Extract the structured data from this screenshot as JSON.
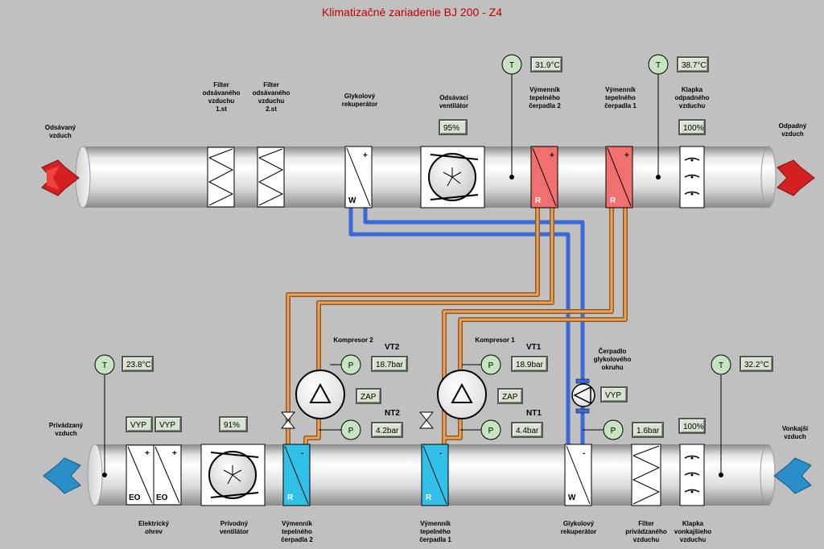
{
  "title": "Klimatizačné zariadenie BJ 200 - Z4",
  "colors": {
    "background": "#c0c0c0",
    "exhaust_arrow": "#d42020",
    "supply_arrow": "#2a8fc8",
    "glycol_pipe": "#3a6ad8",
    "refrigerant_pipe": "#e08a30",
    "heat_exchanger_hot": "#f07070",
    "heat_exchanger_cold": "#30c0e8",
    "title": "#c00000"
  },
  "labels": {
    "odsavany": "Odsávaný\nvzduch",
    "odpadny": "Odpadný\nvzduch",
    "privadzany": "Privádzaný\nvzduch",
    "vonkajsi": "Vonkajší\nvzduch",
    "filter_ods_1": "Filter\nodsávaného\nvzduchu\n1.st",
    "filter_ods_2": "Filter\nodsávaného\nvzduchu\n2.st",
    "glyk_rek_top": "Glykolový\nrekuperátor",
    "ods_vent": "Odsávací\nventilátor",
    "vym_tc2_top": "Výmenník\ntepelného\nčerpadla 2",
    "vym_tc1_top": "Výmenník\ntepelného\nčerpadla 1",
    "klapka_odp": "Klapka\nodpadného\nvzduchu",
    "kompresor2": "Kompresor 2",
    "kompresor1": "Kompresor 1",
    "cerpadlo": "Čerpadlo\nglykolového\nokruhu",
    "el_ohrev": "Elektrický\nohrev",
    "priv_vent": "Prívodný\nventilátor",
    "vym_tc2_bot": "Výmenník\ntepelného\nčerpadla 2",
    "vym_tc1_bot": "Výmenník\ntepelného\nčerpadla 1",
    "glyk_rek_bot": "Glykolový\nrekuperátor",
    "filter_priv": "Filter\nprivádzaného\nvzduchu",
    "klapka_vonk": "Klapka\nvonkajšieho\nvzduchu",
    "vt2": "VT2",
    "nt2": "NT2",
    "vt1": "VT1",
    "nt1": "NT1"
  },
  "readings": {
    "temp_tc2_top": "31.9°C",
    "temp_odpadny": "38.7°C",
    "ods_vent_speed": "95%",
    "klapka_odp_pos": "100%",
    "temp_privadzany": "23.8°C",
    "temp_vonkajsi": "32.2°C",
    "eo1_state": "VYP",
    "eo2_state": "VYP",
    "priv_vent_speed": "91%",
    "vt2_pressure": "18.7bar",
    "nt2_pressure": "4.2bar",
    "vt1_pressure": "18.9bar",
    "nt1_pressure": "4.4bar",
    "komp2_state": "ZAP",
    "komp1_state": "ZAP",
    "cerpadlo_state": "VYP",
    "cerpadlo_pressure": "1.6bar",
    "klapka_vonk_pos": "100%"
  },
  "symbols": {
    "t": "T",
    "p": "P",
    "w": "W",
    "r": "R",
    "eo": "EO",
    "plus": "+",
    "minus": "-"
  }
}
